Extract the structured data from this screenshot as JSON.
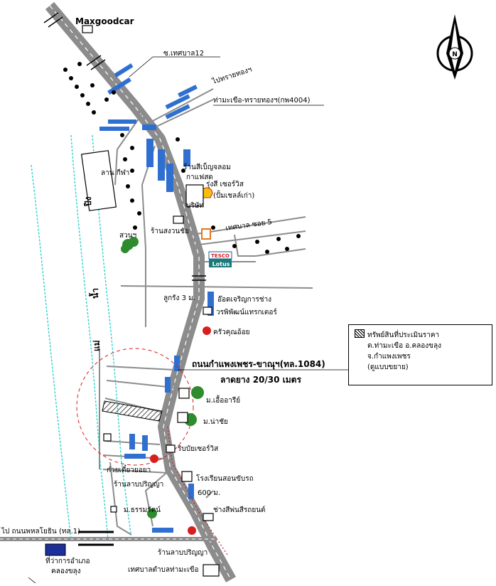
{
  "labels": {
    "maxgoodcar": "Maxgoodcar",
    "tesaban12": "ซ.เทศบาล12",
    "to_saithong": "ไปทรายทองฯ",
    "road4004": "ท่ามะเขือ-ทรายทองฯ(กพ4004)",
    "field": "ลาน กีฬา",
    "shop_1": "ร้านสีเบ็ญจลอม",
    "cafe": "กาแฟสด",
    "rungsi": "รุ่งสี เซอร์วิส",
    "shell": "(ปั้มเชลล์เก่า)",
    "company": "บริษัท",
    "tesaban5": "เทศบาล ซอย 5",
    "shop_suan": "ร้านสงวนชัย",
    "park": "สวนฯ",
    "river_1": "ปิง",
    "river_2": "น้ำ",
    "river_3": "แม่",
    "tesco": "TESCO",
    "lotus": "Lotus",
    "lukrang": "ลูกรัง 3 ม.",
    "atchara": "อ๊อดเจริญการช่าง",
    "worapat": "วรพิพัฒน์แทรกเตอร์",
    "krua": "ครัวคุณอ้อย",
    "main_road": "ถนนกำแพงเพชร-ขาณุฯ(ทล.1084)",
    "main_road_width": "ลาดยาง 20/30 เมตร",
    "temple_1": "ม.เอื้ออารีย์",
    "temple_2": "ม.น่าชัย",
    "ribbon": "ริบบัยเซอร์วิส",
    "noodle": "ก๋วยเตี๋ยวยอยา",
    "school": "โรงเรียนสอนขับรถ",
    "shop_larp_1": "ร้านลาบปริญญา",
    "dist600": "600 ม.",
    "temple_3": "ม.ธรรมรัตน์",
    "tire": "ช่างสีพ่นสีรถยนต์",
    "to_phon": "ไป ถนนพหลโยธิน (ทล.1)",
    "district_1": "ที่ว่าการอำเภอ",
    "district_2": "คลองขลุง",
    "shop_larp_2": "ร้านลาบปริญญา",
    "municipal": "เทศบาลตำบลท่ามะเขือ",
    "north": "N"
  },
  "legend": {
    "title": "ทรัพย์สินที่ประเมินราคา",
    "line1": "ต.ท่ามะเขือ  อ.คลองขลุง",
    "line2": "จ.กำแพงเพชร",
    "line3": "(ดูแบบขยาย)"
  },
  "colors": {
    "road": "#8c8c8c",
    "road_dark": "#555555",
    "river": "#2fd0d0",
    "building": "#2f6fd0",
    "tree": "#2e8b2e",
    "marker": "#d81e1e"
  }
}
